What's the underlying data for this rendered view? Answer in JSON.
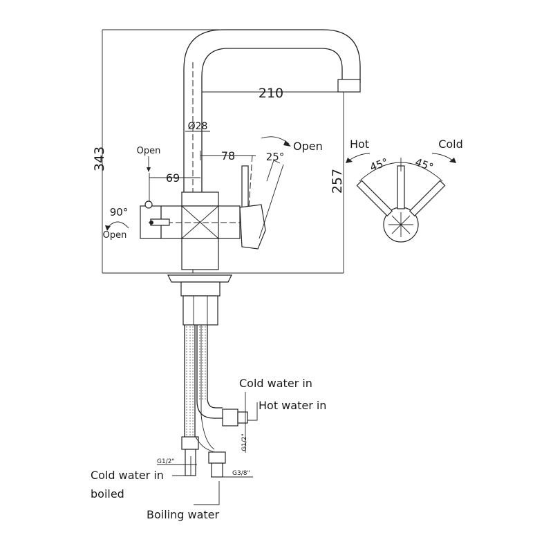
{
  "dimensions": {
    "overall_height": "343",
    "spout_reach": "210",
    "spout_height": "257",
    "tube_diameter": "Ø28",
    "handle_offset": "78",
    "boiling_handle_offset": "69",
    "lever_angle": "25°",
    "boiling_rotation": "90°",
    "mix_angle_left": "45°",
    "mix_angle_right": "45°"
  },
  "labels": {
    "open_lever": "Open",
    "open_top_left": "Open",
    "open_rotation": "Open",
    "hot": "Hot",
    "cold": "Cold",
    "cold_water_in": "Cold water in",
    "hot_water_in": "Hot water in",
    "cold_water_in_boiled_line1": "Cold water in",
    "cold_water_in_boiled_line2": "boiled",
    "boiling_water": "Boiling water",
    "thread_g12_left": "G1/2\"",
    "thread_g12_right": "G1/2\"",
    "thread_g38": "G3/8\""
  }
}
